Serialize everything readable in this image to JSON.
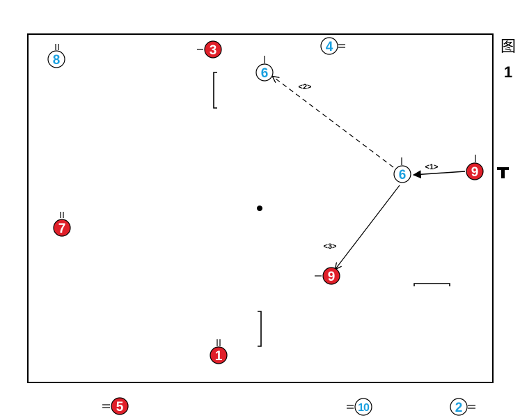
{
  "figure": {
    "label_char": "图",
    "label_number": "1"
  },
  "colors": {
    "team_red_fill": "#e0202a",
    "team_blue_text": "#1aa0e0",
    "line": "#000000"
  },
  "players": [
    {
      "id": "p8",
      "number": "8",
      "team": "blue"
    },
    {
      "id": "p3",
      "number": "3",
      "team": "red"
    },
    {
      "id": "p4",
      "number": "4",
      "team": "blue"
    },
    {
      "id": "p6-top",
      "number": "6",
      "team": "blue"
    },
    {
      "id": "p6-mid",
      "number": "6",
      "team": "blue"
    },
    {
      "id": "p9-right",
      "number": "9",
      "team": "red"
    },
    {
      "id": "p7",
      "number": "7",
      "team": "red"
    },
    {
      "id": "p9-low",
      "number": "9",
      "team": "red"
    },
    {
      "id": "p1",
      "number": "1",
      "team": "red"
    },
    {
      "id": "p5",
      "number": "5",
      "team": "red"
    },
    {
      "id": "p10",
      "number": "10",
      "team": "blue"
    },
    {
      "id": "p2",
      "number": "2",
      "team": "blue"
    }
  ],
  "passes": [
    {
      "id": "pass-1",
      "label": "<1>",
      "style": "solid",
      "from": "p9-right",
      "to": "p6-mid"
    },
    {
      "id": "pass-2",
      "label": "<2>",
      "style": "dashed",
      "from": "p6-mid",
      "to": "p6-top"
    },
    {
      "id": "pass-3",
      "label": "<3>",
      "style": "solid",
      "from": "p6-mid",
      "to": "p9-low"
    }
  ],
  "court_markers": [
    {
      "id": "t-marker",
      "symbol": "T"
    }
  ]
}
